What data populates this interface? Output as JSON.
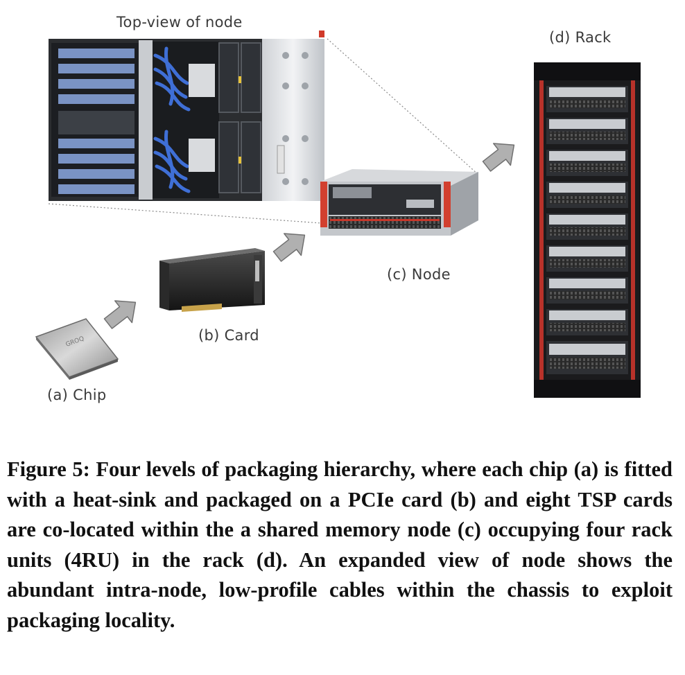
{
  "figure": {
    "labels": {
      "top_view": "Top-view of node",
      "rack": "(d) Rack",
      "node": "(c) Node",
      "card": "(b) Card",
      "chip": "(a) Chip"
    }
  },
  "caption": {
    "text": "Figure 5: Four levels of packaging hierarchy, where each chip (a) is fitted with a heat-sink and packaged on a PCIe card (b) and eight TSP cards are co-located within the a shared memory node (c) occupying four rack units (4RU) in the rack (d). An expanded view of node shows the abundant intra-node, low-profile cables within the chassis to exploit packaging locality."
  }
}
